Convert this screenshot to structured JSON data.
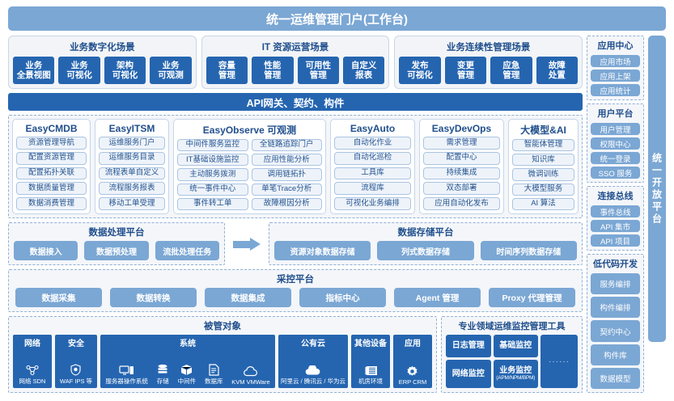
{
  "colors": {
    "header_blue": "#7ba7d4",
    "deep_blue": "#2565b0",
    "steel_blue": "#7ba7d4",
    "panel_bg": "#f2f4f7",
    "text_blue": "#1f4e8c"
  },
  "header": {
    "title": "统一运维管理门户(工作台)"
  },
  "scenes": [
    {
      "title": "业务数字化场景",
      "chips": [
        "业务\n全景视图",
        "业务\n可视化",
        "架构\n可视化",
        "业务\n可观测"
      ]
    },
    {
      "title": "IT 资源运营场景",
      "chips": [
        "容量\n管理",
        "性能\n管理",
        "可用性\n管理",
        "自定义\n报表"
      ]
    },
    {
      "title": "业务连续性管理场景",
      "chips": [
        "发布\n可视化",
        "变更\n管理",
        "应急\n管理",
        "故障\n处置"
      ]
    }
  ],
  "api_bar": {
    "label": "API网关、契约、构件"
  },
  "products": [
    {
      "title": "EasyCMDB",
      "columns": [
        [
          "资源管理导航",
          "配置资源管理",
          "配置拓扑关联",
          "数据质量管理",
          "数据消费管理"
        ]
      ]
    },
    {
      "title": "EasyITSM",
      "columns": [
        [
          "运维服务门户",
          "运维服务目录",
          "流程表单自定义",
          "流程服务报表",
          "移动工单受理"
        ]
      ]
    },
    {
      "title": "EasyObserve 可观测",
      "columns": [
        [
          "中间件服务监控",
          "IT基础设施监控",
          "主动服务拨测",
          "统一事件中心",
          "事件转工单"
        ],
        [
          "全链路追踪门户",
          "应用性能分析",
          "调用链拓扑",
          "单笔Trace分析",
          "故障根因分析"
        ]
      ]
    },
    {
      "title": "EasyAuto",
      "columns": [
        [
          "自动化作业",
          "自动化巡检",
          "工具库",
          "流程库",
          "可视化业务编排"
        ]
      ]
    },
    {
      "title": "EasyDevOps",
      "columns": [
        [
          "需求管理",
          "配置中心",
          "持续集成",
          "双态部署",
          "应用自动化发布"
        ]
      ]
    },
    {
      "title": "大模型&AI",
      "columns": [
        [
          "智能体管理",
          "知识库",
          "微调训练",
          "大模型服务",
          "AI 算法"
        ]
      ]
    }
  ],
  "data_platforms": {
    "processing": {
      "title": "数据处理平台",
      "chips": [
        "数据接入",
        "数据预处理",
        "流批处理任务"
      ]
    },
    "arrow": "right-arrow",
    "storage": {
      "title": "数据存储平台",
      "chips": [
        "资源对象数据存储",
        "列式数据存储",
        "时间序列数据存储"
      ]
    }
  },
  "acquisition": {
    "title": "采控平台",
    "chips": [
      "数据采集",
      "数据转换",
      "数据集成",
      "指标中心",
      "Agent 管理",
      "Proxy 代理管理"
    ]
  },
  "managed_objects": {
    "title": "被管对象",
    "groups": [
      {
        "title": "网络",
        "items": [
          {
            "icon": "network-nodes-icon",
            "label": "网络 SDN"
          }
        ]
      },
      {
        "title": "安全",
        "items": [
          {
            "icon": "shield-icon",
            "label": "WAF IPS 等"
          }
        ]
      },
      {
        "title": "系统",
        "items": [
          {
            "icon": "server-monitor-icon",
            "label": "服务器操作系统"
          },
          {
            "icon": "storage-stack-icon",
            "label": "存储"
          },
          {
            "icon": "middleware-box-icon",
            "label": "中间件"
          },
          {
            "icon": "database-doc-icon",
            "label": "数据库"
          },
          {
            "icon": "cloud-outline-icon",
            "label": "KVM VMWare"
          }
        ]
      },
      {
        "title": "公有云",
        "items": [
          {
            "icon": "cloud-filled-icon",
            "label": "阿里云 / 腾讯云 / 华为云"
          }
        ]
      },
      {
        "title": "其他设备",
        "items": [
          {
            "icon": "rack-icon",
            "label": "机房环境"
          }
        ]
      },
      {
        "title": "应用",
        "items": [
          {
            "icon": "gear-icon",
            "label": "ERP CRM"
          }
        ]
      }
    ]
  },
  "tools": {
    "title": "专业领域运维监控管理工具",
    "chips": [
      {
        "label": "日志管理",
        "sub": ""
      },
      {
        "label": "基础监控",
        "sub": ""
      },
      {
        "label": "网络监控",
        "sub": ""
      },
      {
        "label": "业务监控",
        "sub": "(APM/NPM/BPM)"
      }
    ],
    "more": "······"
  },
  "right_rail": [
    {
      "title": "应用中心",
      "items": [
        "应用市场",
        "应用上架",
        "应用统计"
      ]
    },
    {
      "title": "用户平台",
      "items": [
        "用户管理",
        "权限中心",
        "统一登录",
        "SSO 服务"
      ]
    },
    {
      "title": "连接总线",
      "items": [
        "事件总线",
        "API 集市",
        "API 项目"
      ]
    },
    {
      "title": "低代码开发",
      "items": [
        "服务编排",
        "构件编排",
        "契约中心",
        "构件库",
        "数据模型"
      ]
    }
  ],
  "vertical_bar": {
    "label": "统一开放平台"
  }
}
